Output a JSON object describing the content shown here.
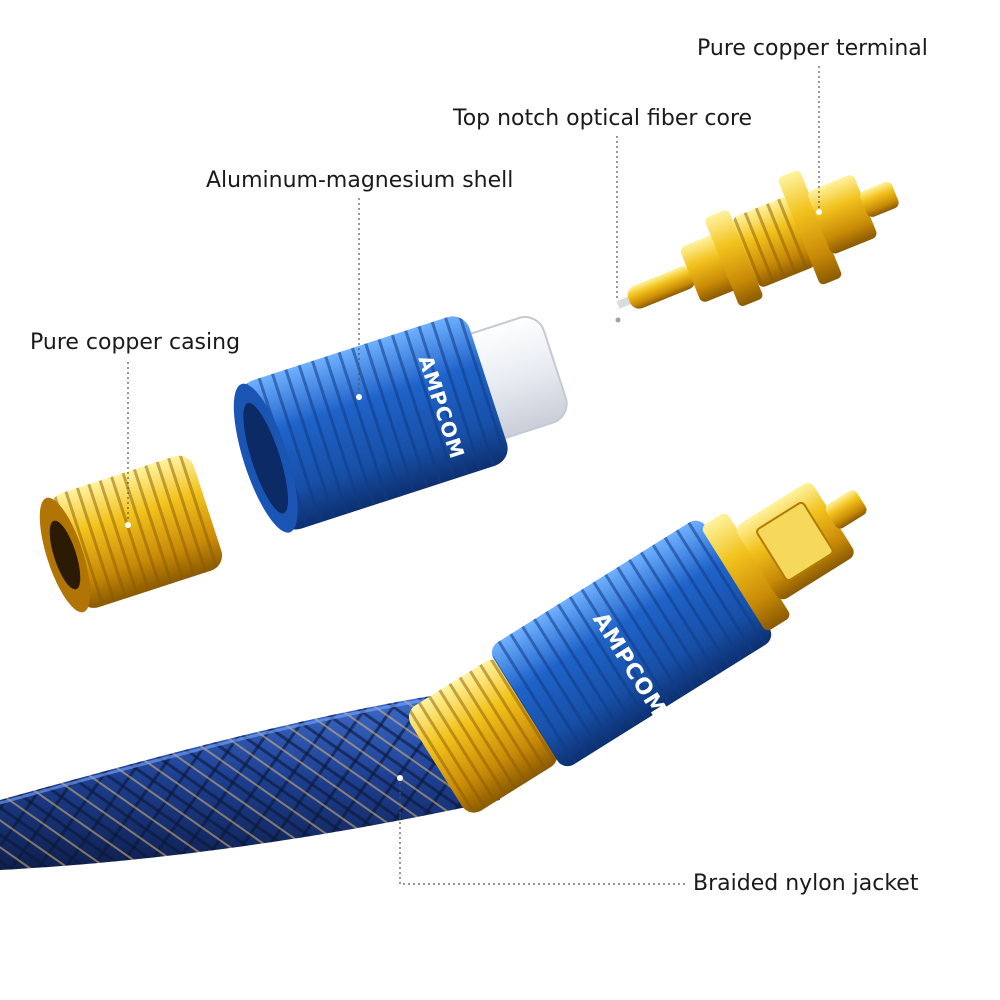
{
  "labels": {
    "pure_copper_terminal": "Pure copper terminal",
    "optical_fiber_core": "Top notch optical fiber core",
    "aluminum_shell": "Aluminum-magnesium shell",
    "pure_copper_casing": "Pure copper casing",
    "braided_jacket": "Braided nylon jacket"
  },
  "brand": "AMPCOM",
  "colors": {
    "blue": "#1f63c9",
    "gold": "#e5b215",
    "callout_line": "#555555",
    "text": "#1a1a1a"
  }
}
